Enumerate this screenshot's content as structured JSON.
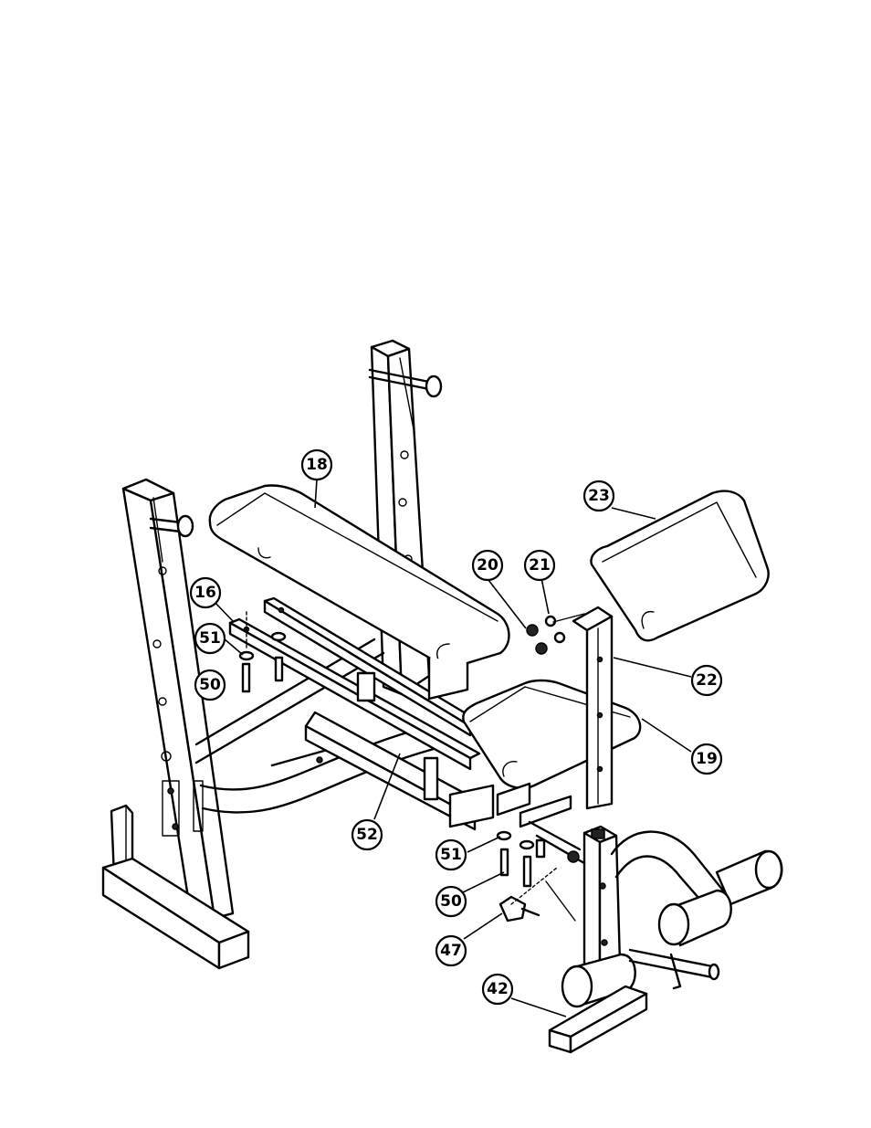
{
  "callouts": [
    {
      "id": "c18",
      "label": "18"
    },
    {
      "id": "c23",
      "label": "23"
    },
    {
      "id": "c16",
      "label": "16"
    },
    {
      "id": "c20",
      "label": "20"
    },
    {
      "id": "c21",
      "label": "21"
    },
    {
      "id": "c51a",
      "label": "51"
    },
    {
      "id": "c50a",
      "label": "50"
    },
    {
      "id": "c22",
      "label": "22"
    },
    {
      "id": "c19",
      "label": "19"
    },
    {
      "id": "c52",
      "label": "52"
    },
    {
      "id": "c51b",
      "label": "51"
    },
    {
      "id": "c50b",
      "label": "50"
    },
    {
      "id": "c47",
      "label": "47"
    },
    {
      "id": "c42",
      "label": "42"
    }
  ]
}
